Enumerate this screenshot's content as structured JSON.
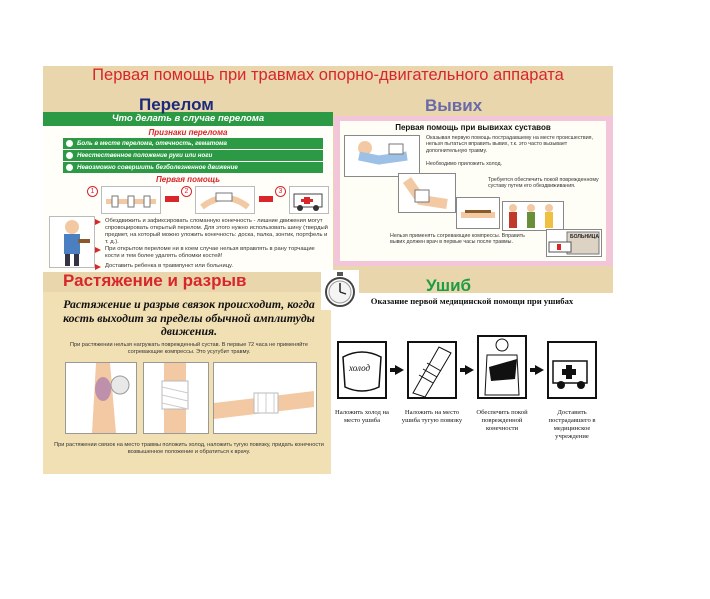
{
  "slide": {
    "title": "Первая помощь при травмах опорно-двигательного аппарата",
    "labels": {
      "fracture": "Перелом",
      "dislocation": "Вывих",
      "sprain": "Растяжение и разрыв",
      "bruise": "Ушиб"
    }
  },
  "fracture": {
    "header": "Что делать в случае перелома",
    "signs_title": "Признаки перелома",
    "signs": [
      "Боль в месте перелома, отечность, гематома",
      "Неестественное положение руки или ноги",
      "Невозможно совершить безболезненное движение"
    ],
    "aid_title": "Первая помощь",
    "steps": [
      "1",
      "2",
      "3"
    ],
    "texts": [
      "Обездвижить и зафиксировать сломанную конечность - лишние движения могут спровоцировать открытый перелом. Для этого нужно использовать шину (твердый предмет, на который можно уложить конечность: доска, палка, зонтик, портфель и т. д.).",
      "При открытом переломе ни в коем случае нельзя вправлять в рану торчащие кости и тем более удалять обломки костей!",
      "Доставить ребенка в травмпункт или больницу."
    ]
  },
  "dislocation": {
    "header": "Первая помощь при вывихах суставов",
    "text1": "Оказывая первую помощь пострадавшему на месте происшествия, нельзя пытаться вправить вывих, т.к. это часто вызывает дополнительную травму.",
    "text2": "Необходимо приложить холод.",
    "text3": "Требуется обеспечить покой поврежденному суставу путем его обездвиживания.",
    "text4": "Нельзя применять согревающие компрессы. Вправить вывих должен врач в первые часы после травмы.",
    "hospital_sign": "БОЛЬНИЦА"
  },
  "sprain": {
    "headline": "Растяжение и разрыв связок происходит, когда кость выходит за пределы обычной амплитуды движения.",
    "text1": "При растяжении нельзя нагружать поврежденный сустав. В первые 72 часа не применяйте согревающие компрессы. Это усугубит травму.",
    "text2": "При растяжении связок на место травмы положить холод, наложить тугую повязку, придать конечности возвышенное положение и обратиться к врачу."
  },
  "bruise": {
    "header": "Оказание первой медицинской помощи при ушибах",
    "cold_label": "холод",
    "captions": [
      "Наложить холод на место ушиба",
      "Наложить на место ушиба тугую повязку",
      "Обеспечить покой поврежденной конечности",
      "Доставить пострадавшего в медицинское учреждение"
    ]
  },
  "colors": {
    "title_red": "#d8262b",
    "green": "#2c9a45",
    "navy": "#1d2a79",
    "pink_frame": "#f2c5d8",
    "background": "#e9d6ad"
  }
}
